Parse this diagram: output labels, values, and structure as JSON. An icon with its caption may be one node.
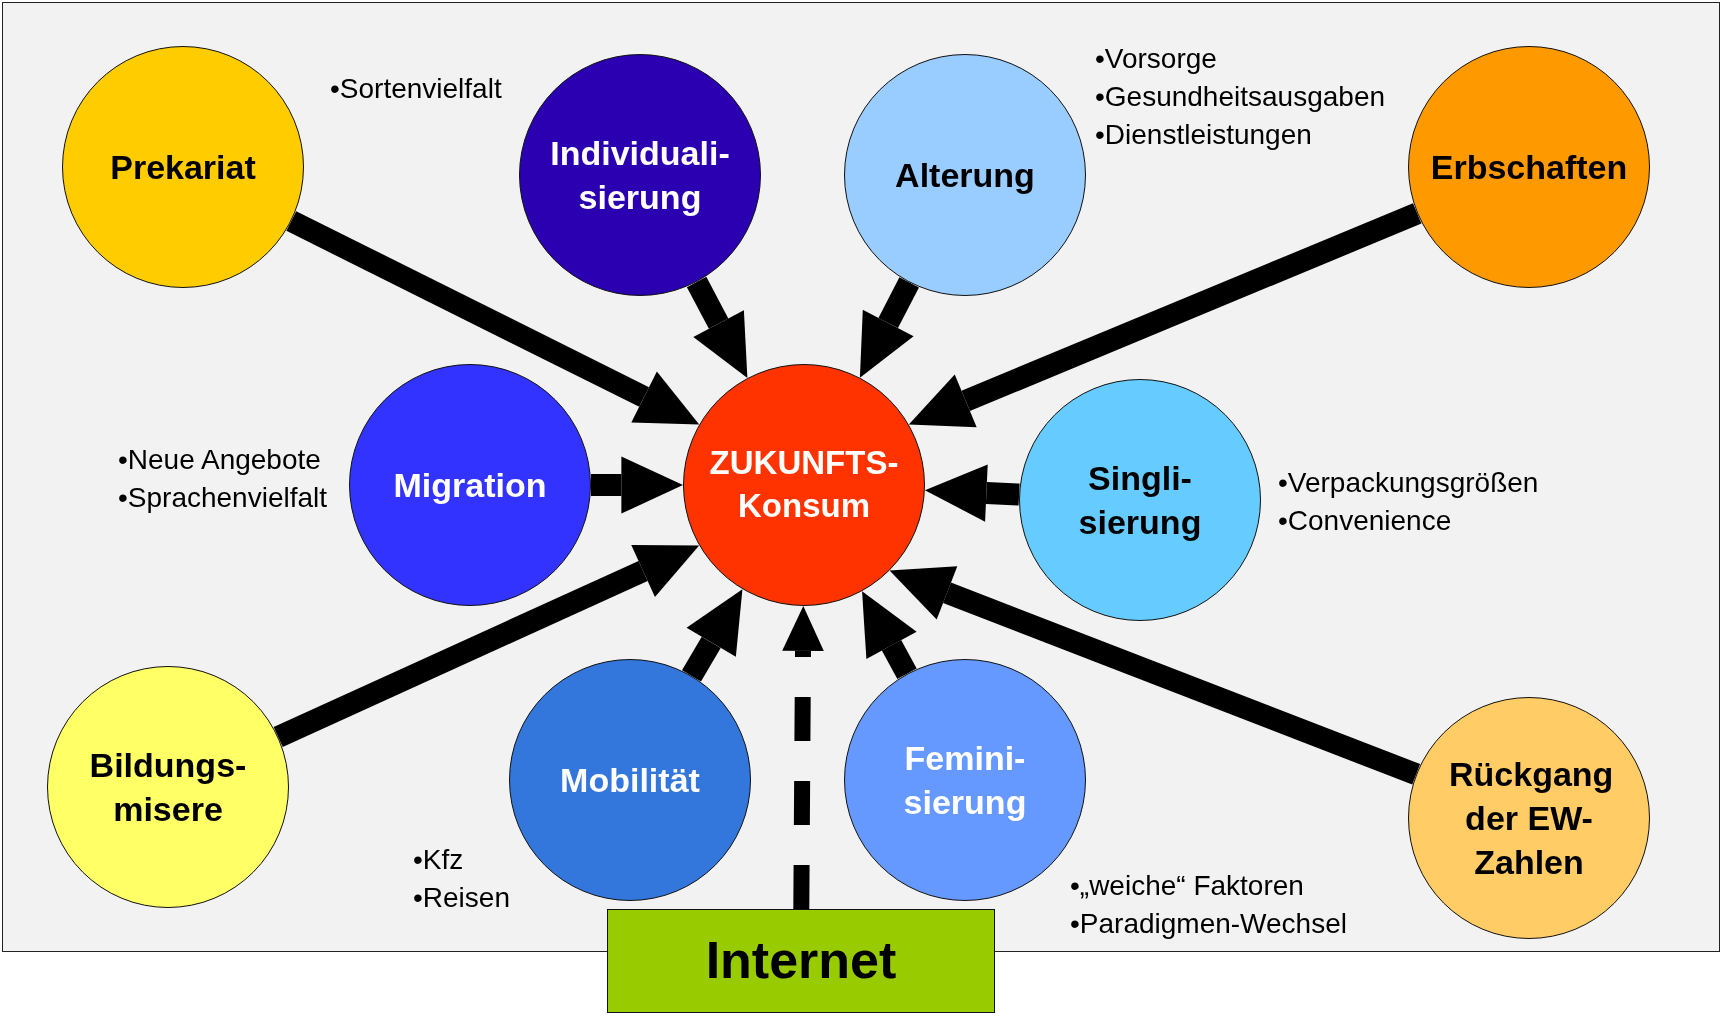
{
  "diagram": {
    "nodes": [
      {
        "text": [
          "Prekariat"
        ]
      },
      {
        "text": [
          "Individuali- sierung"
        ]
      },
      {
        "text": [
          "Alterung"
        ]
      },
      {
        "text": [
          "Erbschaften"
        ]
      },
      {
        "text": [
          "Migration"
        ]
      },
      {
        "text": [
          "ZUKUNFTS- Konsum"
        ]
      },
      {
        "text": [
          "Singli- sierung"
        ]
      },
      {
        "text": [
          "Bildungs- misere"
        ]
      },
      {
        "text": [
          "Mobilität"
        ]
      },
      {
        "text": [
          "Femini- sierung"
        ]
      },
      {
        "text": [
          "Rückgang der EW- Zahlen"
        ]
      },
      {
        "text": [
          "Internet"
        ]
      }
    ],
    "edges": [
      {
        "from": 0,
        "to": 5,
        "arrow": "to"
      },
      {
        "from": 1,
        "to": 5,
        "arrow": "to"
      },
      {
        "from": 2,
        "to": 5,
        "arrow": "to"
      },
      {
        "from": 3,
        "to": 5,
        "arrow": "to"
      },
      {
        "from": 4,
        "to": 5,
        "arrow": "to"
      },
      {
        "from": 6,
        "to": 5,
        "arrow": "to"
      },
      {
        "from": 7,
        "to": 5,
        "arrow": "to"
      },
      {
        "from": 8,
        "to": 5,
        "arrow": "to"
      },
      {
        "from": 9,
        "to": 5,
        "arrow": "to"
      },
      {
        "from": 10,
        "to": 5,
        "arrow": "to"
      },
      {
        "from": 11,
        "to": 5,
        "arrow": "to",
        "style": "dashed"
      }
    ],
    "labels": [
      "•Sortenvielfalt",
      "•Vorsorge",
      "•Gesundheitsausgaben",
      "•Dienstleistungen",
      "•Neue Angebote",
      "•Sprachenvielfalt",
      "•Verpackungsgrößen",
      "•Convenience",
      "•Kfz",
      "•Reisen",
      "•„weiche“ Faktoren",
      "•Paradigmen-Wechsel"
    ]
  }
}
